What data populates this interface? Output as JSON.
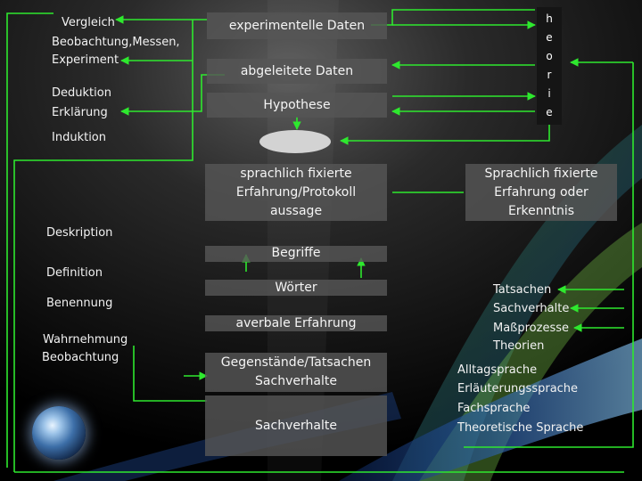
{
  "left": {
    "vergleich": "Vergleich",
    "beobachtung": "Beobachtung,Messen,",
    "experiment": "Experiment",
    "deduktion": "Deduktion",
    "erklaerung": "Erklärung",
    "induktion": "Induktion",
    "deskription": "Deskription",
    "definition": "Definition",
    "benennung": "Benennung",
    "wahrnehmung": "Wahrnehmung",
    "beobachtung2": "Beobachtung"
  },
  "center": {
    "experimentelle": "experimentelle Daten",
    "abgeleitete": "abgeleitete Daten",
    "hypothese": "Hypothese",
    "sprachlich_1": "sprachlich fixierte",
    "sprachlich_2": "Erfahrung/Protokoll",
    "sprachlich_3": "aussage",
    "begriffe": "Begriffe",
    "woerter": "Wörter",
    "averbale": "averbale Erfahrung",
    "gegenstaende_1": "Gegenstände/Tatsachen",
    "gegenstaende_2": "Sachverhalte",
    "sachverhalte": "Sachverhalte"
  },
  "right": {
    "theorie_letters": [
      "h",
      "e",
      "o",
      "r",
      "i",
      "e"
    ],
    "erkenntnis_1": "Sprachlich fixierte",
    "erkenntnis_2": "Erfahrung oder",
    "erkenntnis_3": "Erkenntnis",
    "tatsachen": "Tatsachen",
    "sachverhalte": "Sachverhalte",
    "massprozesse": "Maßprozesse",
    "theorien": "Theorien",
    "alltagssprache": "Alltagsprache",
    "erlaeuterung": "Erläuterungssprache",
    "fachsprache": "Fachsprache",
    "theoretische": "Theoretische Sprache"
  },
  "colors": {
    "arrow": "#2ee82e",
    "box": "#555555",
    "text": "#ffffff",
    "background": "#000000"
  }
}
